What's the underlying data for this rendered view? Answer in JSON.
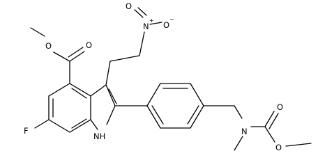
{
  "molecule": {
    "atoms": {
      "fluorine": "F",
      "indole_nh": "NH",
      "nitro_n": "N",
      "nitro_n_charge": "+",
      "nitro_o_minus": "O",
      "nitro_o_charge": "−",
      "nitro_o_double": "O",
      "ester_carbonyl_o": "O",
      "ester_ether_o": "O",
      "carbamate_n": "N",
      "carbamate_carbonyl_o": "O",
      "carbamate_ether_o": "O"
    }
  }
}
